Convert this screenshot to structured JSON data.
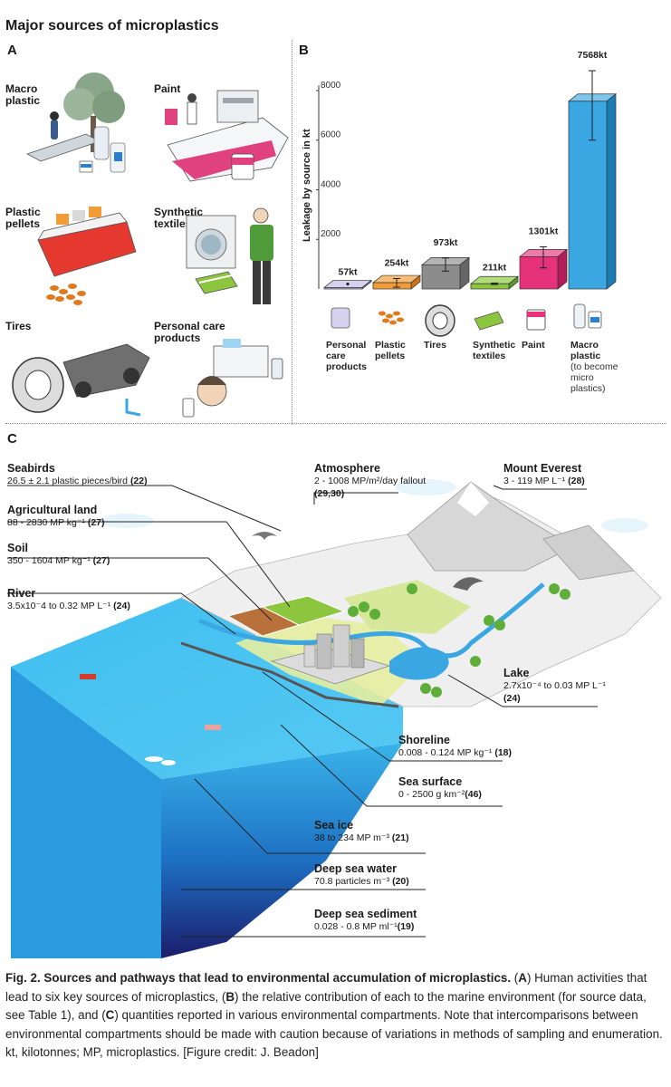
{
  "title": "Major sources of microplastics",
  "panels": {
    "a": "A",
    "b": "B",
    "c": "C"
  },
  "sources": [
    {
      "label": "Macro\nplastic"
    },
    {
      "label": "Paint"
    },
    {
      "label": "Plastic\npellets"
    },
    {
      "label": "Synthetic\ntextiles"
    },
    {
      "label": "Tires"
    },
    {
      "label": "Personal care\nproducts"
    }
  ],
  "chart_data": {
    "type": "bar",
    "ylabel": "Leakage by source in kt",
    "ylim": [
      0,
      8400
    ],
    "yticks": [
      2000,
      4000,
      6000,
      8000
    ],
    "categories": [
      "Personal\ncare\nproducts",
      "Plastic\npellets",
      "Tires",
      "Synthetic\ntextiles",
      "Paint",
      "Macro\nplastic"
    ],
    "category_notes": [
      "",
      "",
      "",
      "",
      "",
      "(to become\nmicro\nplastics)"
    ],
    "values": [
      57,
      254,
      973,
      211,
      1301,
      7568
    ],
    "value_labels": [
      "57kt",
      "254kt",
      "973kt",
      "211kt",
      "1301kt",
      "7568kt"
    ],
    "error_low": [
      57,
      70,
      720,
      180,
      850,
      6000
    ],
    "error_high": [
      57,
      420,
      1250,
      240,
      1700,
      8800
    ],
    "colors": {
      "front": [
        "#b9b4de",
        "#f29c38",
        "#8c8c8c",
        "#8cc63f",
        "#e5327b",
        "#3aa7e3"
      ],
      "top": [
        "#d5d1ef",
        "#f7bd76",
        "#b3b3b3",
        "#b2db7c",
        "#ef7aa9",
        "#7fc6ee"
      ],
      "side": [
        "#8f89c2",
        "#c8741a",
        "#666666",
        "#5f9628",
        "#b41b59",
        "#1b7cb3"
      ]
    }
  },
  "compartments": [
    {
      "name": "Seabirds",
      "quantity": "26.5 ± 2.1 plastic pieces/bird",
      "ref": "(22)"
    },
    {
      "name": "Agricultural land",
      "quantity": "88 - 2830 MP kg⁻¹",
      "ref": "(27)"
    },
    {
      "name": "Soil",
      "quantity": "350 - 1604 MP kg⁻¹",
      "ref": "(27)"
    },
    {
      "name": "River",
      "quantity": "3.5x10⁻4  to 0.32 MP L⁻¹",
      "ref": "(24)"
    },
    {
      "name": "Atmosphere",
      "quantity": "2 - 1008 MP/m²/day fallout",
      "ref": "(29,30)"
    },
    {
      "name": "Mount Everest",
      "quantity": "3 - 119 MP L⁻¹",
      "ref": "(28)"
    },
    {
      "name": "Lake",
      "quantity": "2.7x10⁻⁴ to 0.03 MP L⁻¹",
      "ref": "(24)"
    },
    {
      "name": "Shoreline",
      "quantity": "0.008 - 0.124 MP kg⁻¹",
      "ref": "(18)"
    },
    {
      "name": "Sea surface",
      "quantity": "0 - 2500 g km⁻²",
      "ref": "(46)"
    },
    {
      "name": "Sea ice",
      "quantity": "38 to 234 MP m⁻³",
      "ref": "(21)"
    },
    {
      "name": "Deep sea water",
      "quantity": "70.8 particles m⁻³",
      "ref": "(20)"
    },
    {
      "name": "Deep sea sediment",
      "quantity": "0.028 - 0.8 MP ml⁻¹",
      "ref": "(19)"
    }
  ],
  "caption": {
    "lead": "Fig. 2. Sources and pathways that lead to environmental accumulation of microplastics.",
    "p1": " (",
    "a": "A",
    "p2": ") Human activities that lead to six key sources of microplastics, (",
    "b": "B",
    "p3": ") the relative contribution of each to the marine environment (for source data, see Table 1), and (",
    "c": "C",
    "p4": ") quantities reported in various environmental compartments. Note that intercomparisons between environmental compartments should be made with caution because of variations in methods of sampling and enumeration. kt, kilotonnes; MP, microplastics. [Figure credit: J. Beadon]"
  }
}
